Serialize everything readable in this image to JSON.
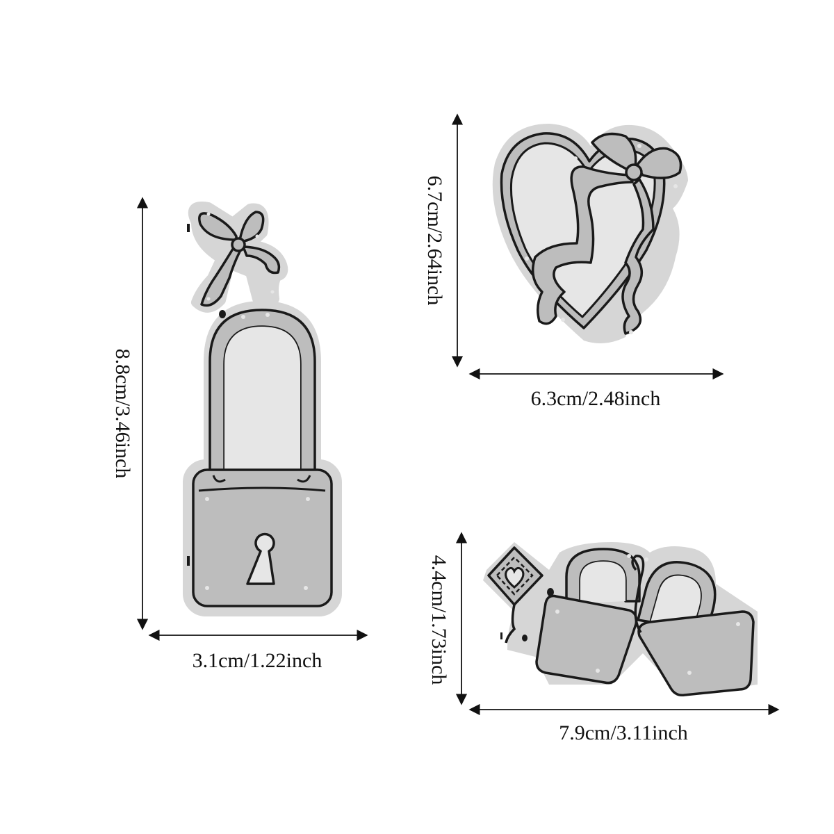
{
  "colors": {
    "background": "#ffffff",
    "die_fill": "#bdbdbd",
    "die_halo": "#d6d6d6",
    "die_outline": "#1a1a1a",
    "cutout_fill": "#e6e6e6",
    "arrow": "#111111"
  },
  "pieces": {
    "padlock_bow": {
      "height_label": "8.8cm/3.46inch",
      "width_label": "3.1cm/1.22inch"
    },
    "heart_ribbon": {
      "height_label": "6.7cm/2.64inch",
      "width_label": "6.3cm/2.48inch"
    },
    "double_padlock": {
      "height_label": "4.4cm/1.73inch",
      "width_label": "7.9cm/3.11inch"
    }
  }
}
